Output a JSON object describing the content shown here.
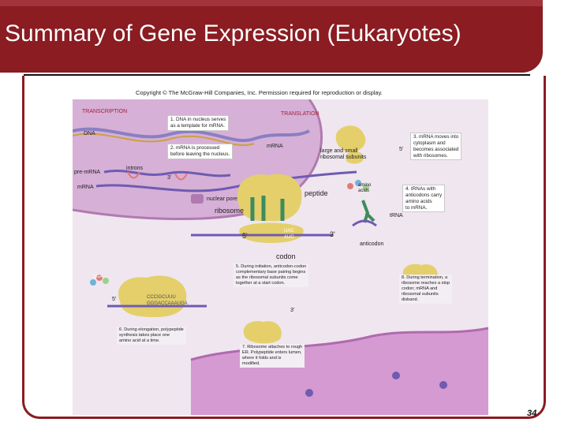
{
  "slide": {
    "title": "Summary of Gene Expression (Eukaryotes)",
    "copyright": "Copyright © The McGraw-Hill Companies, Inc. Permission required for reproduction or display.",
    "page_number": "34"
  },
  "figure": {
    "section_transcription": "TRANSCRIPTION",
    "section_translation": "TRANSLATION",
    "labels": {
      "dna": "DNA",
      "pre_mrna": "pre-mRNA",
      "introns": "introns",
      "mrna_left": "mRNA",
      "mrna_center": "mRNA",
      "nuclear_pore": "nuclear pore",
      "ribosome": "ribosome",
      "peptide": "peptide",
      "codon": "codon",
      "trna": "tRNA",
      "anticodon": "anticodon",
      "amino_acids_line1": "amino",
      "amino_acids_line2": "acids",
      "large_small_line1": "large and small",
      "large_small_line2": "ribosomal subunits",
      "three_prime_a": "3'",
      "five_prime_a": "5'",
      "five_prime_b": "5'",
      "three_prime_b": "3'",
      "five_prime_c": "5'",
      "three_prime_c": "3'",
      "codon_letters_top": "UAC",
      "codon_letters_bottom": "AUG",
      "seq_top": "CCCIGCUUU",
      "seq_bottom": "GGGACCAAAUGA",
      "seq_stop": "UGA"
    },
    "steps": {
      "s1_line1": "1. DNA in nucleus serves",
      "s1_line2": "as a template for mRNA.",
      "s2_line1": "2. mRNA is processed",
      "s2_line2": "before leaving the nucleus.",
      "s3_line1": "3. mRNA moves into",
      "s3_line2": "cytoplasm and",
      "s3_line3": "becomes associated",
      "s3_line4": "with ribosomes.",
      "s4_line1": "4. tRNAs with",
      "s4_line2": "anticodons carry",
      "s4_line3": "amino acids",
      "s4_line4": "to mRNA.",
      "s5_line1": "5. During initiation, anticodon-codon",
      "s5_line2": "complementary base pairing begins",
      "s5_line3": "as the ribosomal subunits come",
      "s5_line4": "together at a start codon.",
      "s6_line1": "6. During elongation, polypeptide",
      "s6_line2": "synthesis takes place one",
      "s6_line3": "amino acid at a time.",
      "s7_line1": "7. Ribosome attaches to rough",
      "s7_line2": "ER. Polypeptide enters lumen,",
      "s7_line3": "where it folds and is",
      "s7_line4": "modified.",
      "s8_line1": "8. During termination, a",
      "s8_line2": "ribosome reaches a stop",
      "s8_line3": "codon; mRNA and",
      "s8_line4": "ribosomal subunits",
      "s8_line5": "disband."
    },
    "colors": {
      "nucleus": "#d9b4d9",
      "cytoplasm": "#e3d0e3",
      "dna_strand": "#8a7fc4",
      "mrna_strand": "#6f5bb0",
      "ribosome": "#e4cf6b",
      "trna": "#3e8c5d",
      "er": "#c994c8"
    }
  }
}
